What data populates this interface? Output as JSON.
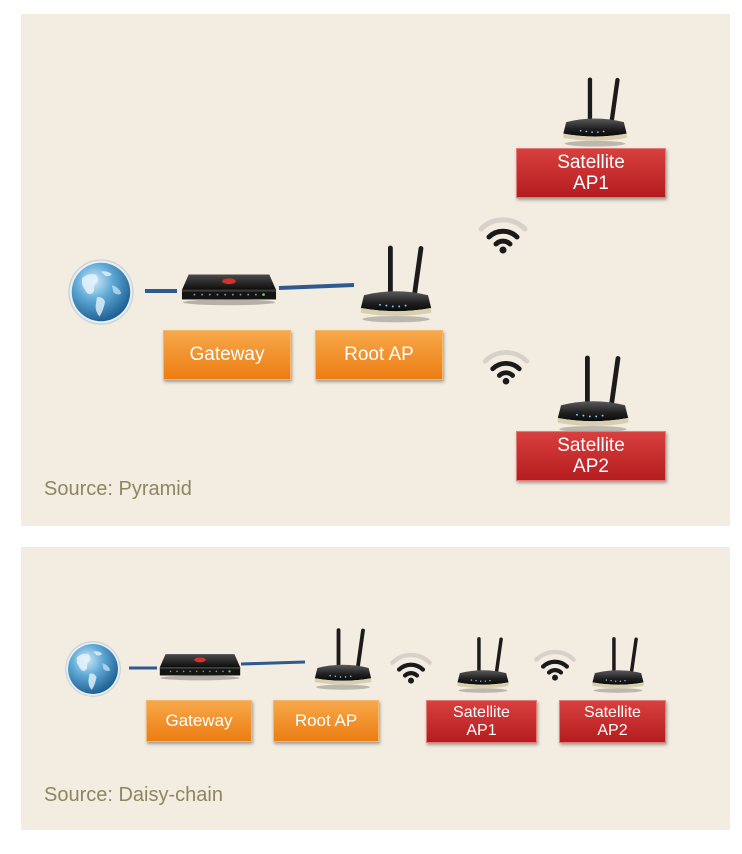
{
  "pyramid": {
    "source_label": "Source: Pyramid",
    "nodes": {
      "gateway": "Gateway",
      "root_ap": "Root AP",
      "sat1_line1": "Satellite",
      "sat1_line2": "AP1",
      "sat2_line1": "Satellite",
      "sat2_line2": "AP2"
    }
  },
  "daisy_chain": {
    "source_label": "Source: Daisy-chain",
    "nodes": {
      "gateway": "Gateway",
      "root_ap": "Root AP",
      "sat1_line1": "Satellite",
      "sat1_line2": "AP1",
      "sat2_line1": "Satellite",
      "sat2_line2": "AP2"
    }
  },
  "icons": [
    "globe-icon",
    "gateway-router-icon",
    "access-point-icon",
    "wifi-signal-icon",
    "network-cable"
  ],
  "colors": {
    "panel_bg": "#f3ece0",
    "gateway_box": "#ec7d12",
    "satellite_box": "#b51c1f",
    "cable": "#2e5a8f",
    "caption": "#8e8660"
  }
}
